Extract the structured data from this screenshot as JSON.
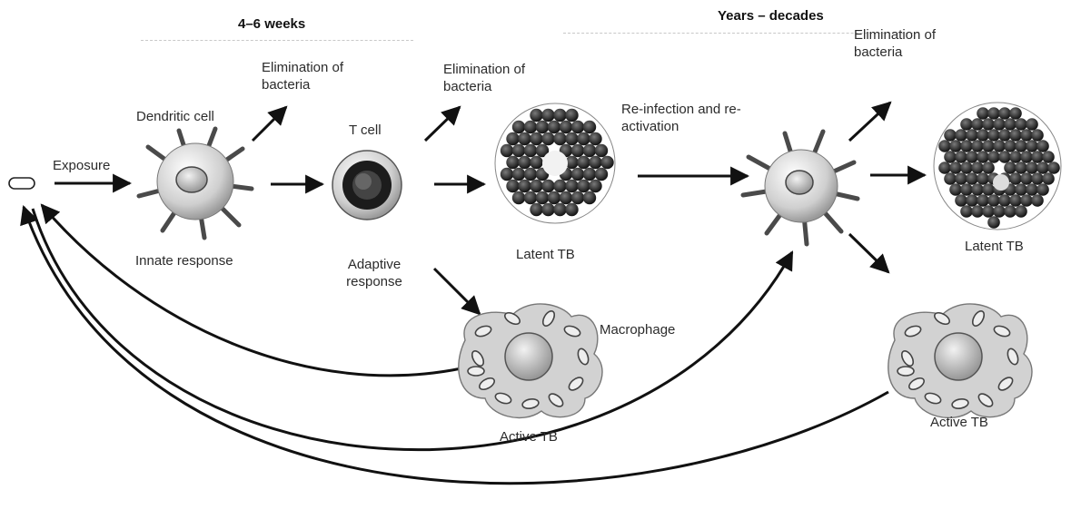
{
  "phases": {
    "early": "4–6 weeks",
    "late": "Years – decades"
  },
  "labels": {
    "exposure": "Exposure",
    "dendritic_cell": "Dendritic cell",
    "innate_response": "Innate response",
    "elimination_1": "Elimination of bacteria",
    "t_cell": "T cell",
    "adaptive_response": "Adaptive response",
    "elimination_2": "Elimination of bacteria",
    "latent_tb_1": "Latent TB",
    "reinfection": "Re-infection and re-activation",
    "macrophage": "Macrophage",
    "active_tb_1": "Active TB",
    "elimination_3": "Elimination of bacteria",
    "latent_tb_2": "Latent TB",
    "active_tb_2": "Active TB"
  },
  "colors": {
    "arrow": "#111111",
    "cell_dark": "#1a1a1a",
    "cell_light": "#d9d9d9",
    "granule": "#2a2a2a"
  },
  "icons": [
    "bacterium-icon",
    "dendritic-cell-icon",
    "t-cell-icon",
    "granuloma-icon",
    "macrophage-icon"
  ]
}
